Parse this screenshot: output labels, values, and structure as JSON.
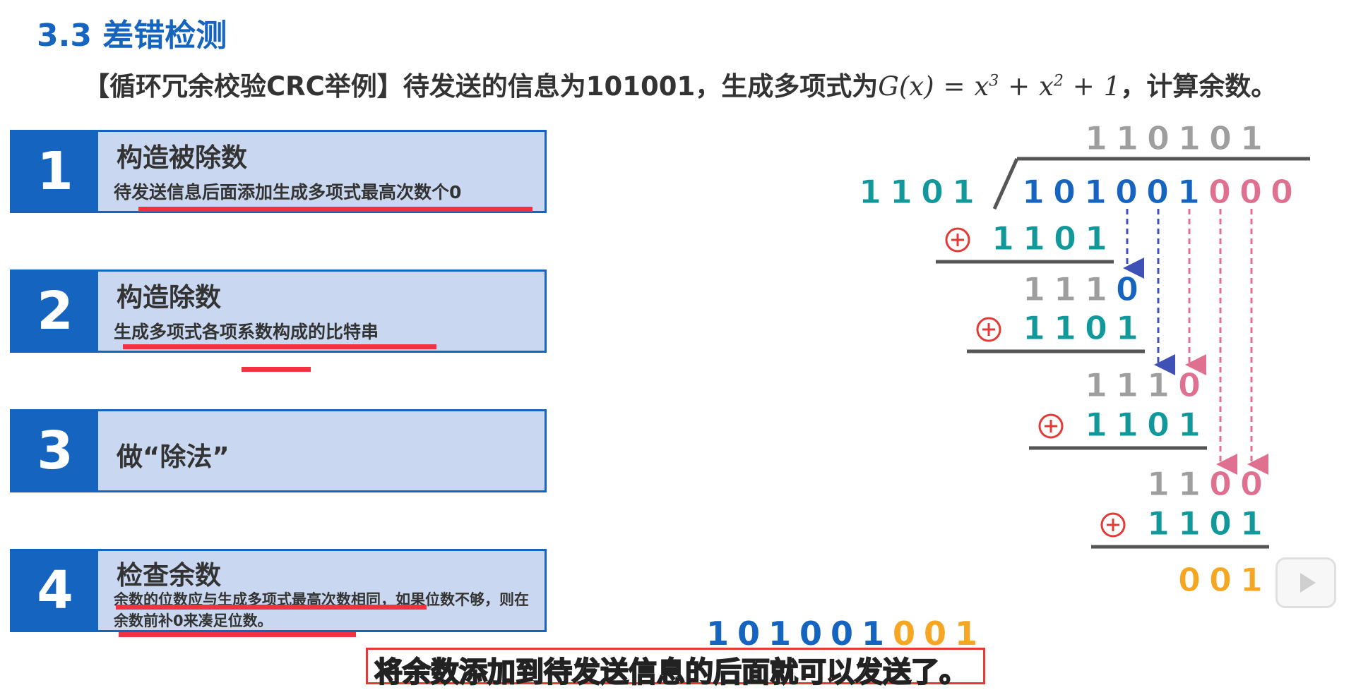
{
  "title": "3.3 差错检测",
  "example": {
    "prefix": "【循环冗余校验CRC举例】待发送的信息为101001，生成多项式为",
    "g": "G(x)",
    "eq": "=",
    "x1": "x",
    "e1": "3",
    "plus1": "+",
    "x2": "x",
    "e2": "2",
    "plus2": "+",
    "one": "1",
    "suffix": "，计算余数。"
  },
  "steps": [
    {
      "num": "1",
      "head": "构造被除数",
      "sub": "待发送信息后面添加生成多项式最高次数个0"
    },
    {
      "num": "2",
      "head": "构造除数",
      "sub": "生成多项式各项系数构成的比特串"
    },
    {
      "num": "3",
      "head": "做“除法”",
      "sub": ""
    },
    {
      "num": "4",
      "head": "检查余数",
      "sub": "余数的位数应与生成多项式最高次数相同，如果位数不够，则在余数前补0来凑足位数。"
    }
  ],
  "division": {
    "quotient": "110101",
    "divisor": "1101",
    "dividend_info": "101001",
    "dividend_zeros": "000",
    "rows": [
      {
        "label": "1101"
      },
      {
        "label": "1110"
      },
      {
        "label": "1101"
      },
      {
        "label": "1110"
      },
      {
        "label": "1101"
      },
      {
        "label": "1100"
      },
      {
        "label": "1101"
      }
    ],
    "remainder": "001",
    "plus_sign": "⊕"
  },
  "frame": {
    "info": "101001",
    "crc": "001"
  },
  "subtitle": "将余数添加到待发送信息的后面就可以发送了。",
  "colors": {
    "blue": "#1565c0",
    "teal": "#11989b",
    "pink": "#e0708f",
    "orange": "#f5a623",
    "gray": "#9e9e9e",
    "red": "#ef3340"
  }
}
